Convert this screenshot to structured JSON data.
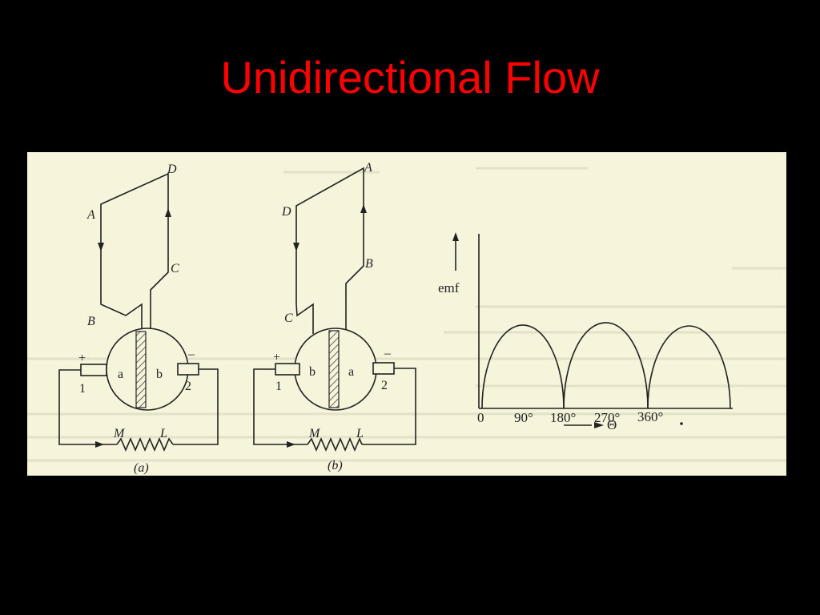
{
  "slide": {
    "title": "Unidirectional Flow",
    "title_color": "#ff0000",
    "background": "#000000"
  },
  "figure": {
    "paper_color": "#f7f4dc",
    "ink_color": "#222222",
    "bleed_color": "#c9c5ae",
    "diagram_a": {
      "caption": "(a)",
      "corner_labels": {
        "A": "A",
        "B": "B",
        "C": "C",
        "D": "D"
      },
      "segment_left": "a",
      "segment_right": "b",
      "brush_left": "1",
      "brush_right": "2",
      "polarity_left": "+",
      "polarity_right": "–",
      "load_left": "M",
      "load_right": "L"
    },
    "diagram_b": {
      "caption": "(b)",
      "corner_labels": {
        "A": "A",
        "B": "B",
        "C": "C",
        "D": "D"
      },
      "segment_left": "b",
      "segment_right": "a",
      "brush_left": "1",
      "brush_right": "2",
      "polarity_left": "+",
      "polarity_right": "–",
      "load_left": "M",
      "load_right": "L"
    },
    "emf_graph": {
      "y_label": "emf",
      "x_label": "Θ",
      "ticks": [
        "0",
        "90°",
        "180°",
        "270°",
        "360°"
      ]
    }
  }
}
